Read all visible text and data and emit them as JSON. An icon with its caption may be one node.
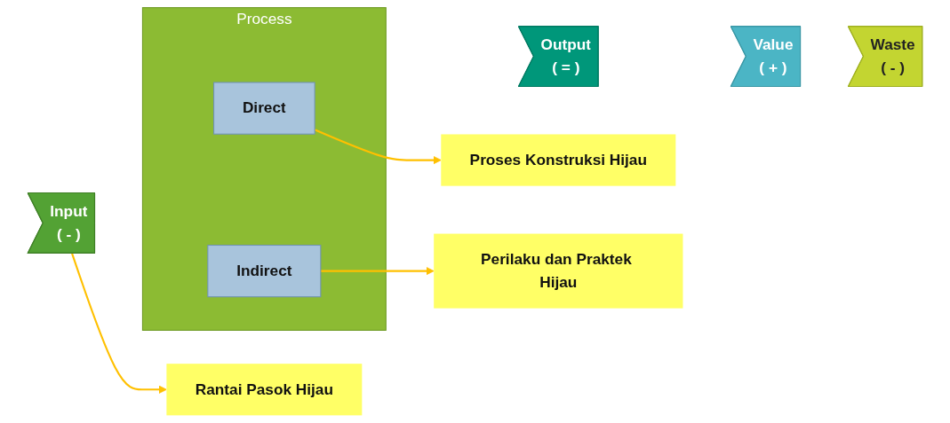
{
  "diagram": {
    "nodes": [
      {
        "text": [
          "Input",
          "( - )"
        ]
      },
      {
        "text": [
          "Process"
        ]
      },
      {
        "text": [
          "Direct"
        ],
        "in": 1
      },
      {
        "text": [
          "Indirect"
        ],
        "in": 1
      },
      {
        "text": [
          "Output",
          "( = )"
        ]
      },
      {
        "text": [
          "Value",
          "( + )"
        ]
      },
      {
        "text": [
          "Waste",
          "( - )"
        ]
      },
      {
        "text": [
          "Rantai Pasok Hijau"
        ]
      },
      {
        "text": [
          "Proses Konstruksi Hijau"
        ]
      },
      {
        "text": [
          "Perilaku dan Praktek Hijau"
        ]
      }
    ],
    "edges": [
      {
        "from": 0,
        "to": 7,
        "arrow": "to",
        "color": "#ffc000"
      },
      {
        "from": 2,
        "to": 8,
        "arrow": "to",
        "color": "#ffc000"
      },
      {
        "from": 3,
        "to": 9,
        "arrow": "to",
        "color": "#ffc000"
      }
    ]
  }
}
